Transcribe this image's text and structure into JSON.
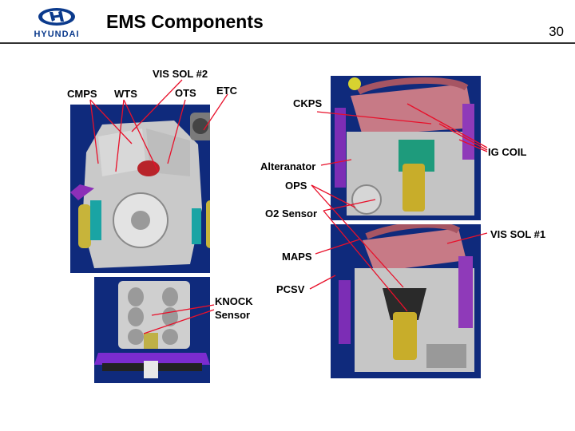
{
  "header": {
    "logo_text": "HYUNDAI",
    "title": "EMS Components",
    "page_number": "30"
  },
  "labels": {
    "vis_sol_2": "VIS SOL #2",
    "cmps": "CMPS",
    "wts": "WTS",
    "ots": "OTS",
    "etc": "ETC",
    "knock_line1": "KNOCK",
    "knock_line2": "Sensor",
    "ckps": "CKPS",
    "ig_coil": "IG COIL",
    "alternator": "Alteranator",
    "ops": "OPS",
    "o2_sensor": "O2 Sensor",
    "vis_sol_1": "VIS SOL #1",
    "maps": "MAPS",
    "pcsv": "PCSV"
  },
  "colors": {
    "leader": "#e8102a",
    "photo_background": "#0f2a7c",
    "logo_blue": "#0b3a8c"
  }
}
